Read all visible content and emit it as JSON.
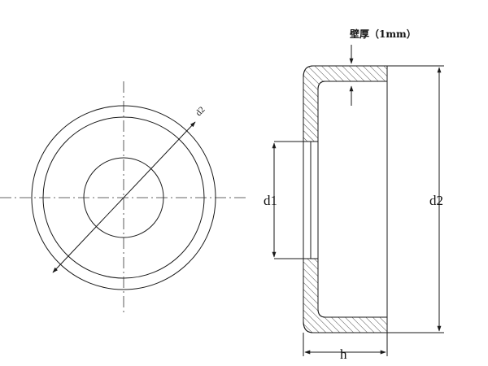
{
  "labels": {
    "wall_thickness": "壁厚（1mm）",
    "d1": "d1",
    "d2_side": "d2",
    "d2_front": "d2",
    "h": "h"
  },
  "colors": {
    "line": "#1a1a1a",
    "hatch": "#333333",
    "background": "#ffffff"
  }
}
